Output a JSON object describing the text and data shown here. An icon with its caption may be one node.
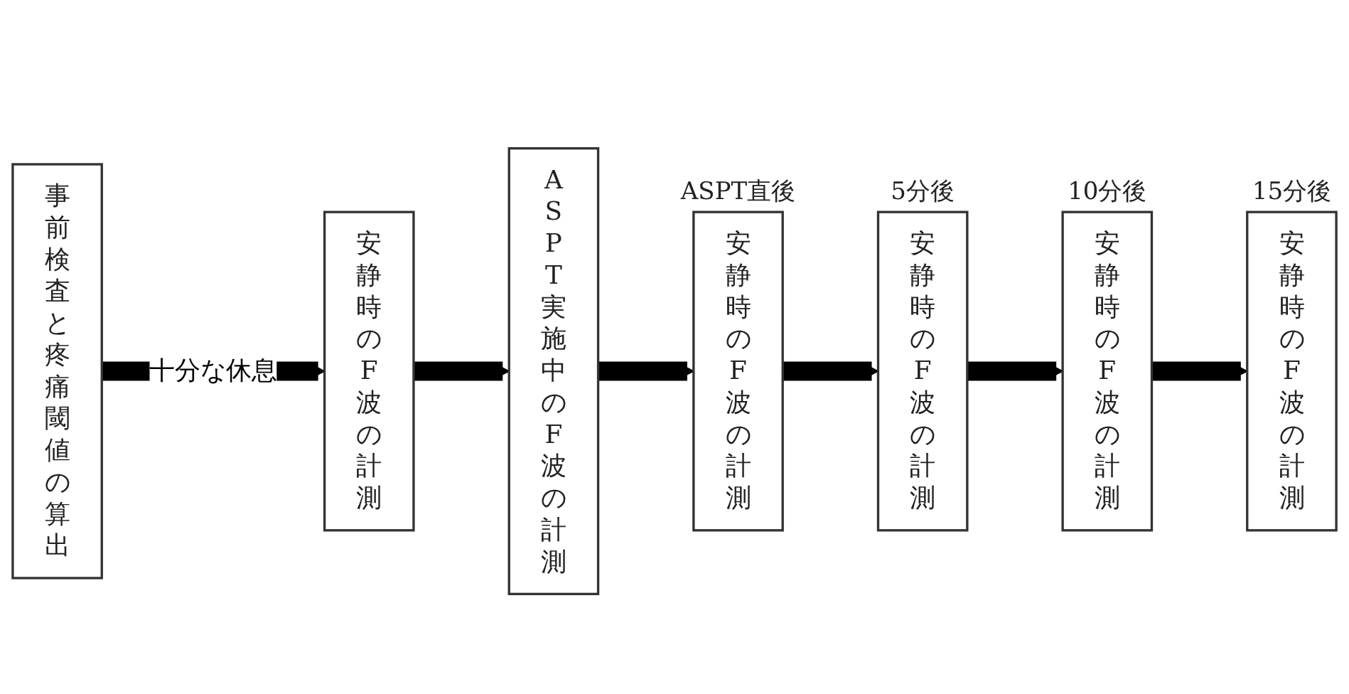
{
  "diagram": {
    "nodes": [
      {
        "text": [
          "事前検査と疼痛閾値の算出"
        ]
      },
      {
        "text": [
          "安静時のF波の計測"
        ]
      },
      {
        "text": [
          "ASPT実施中のF波の計測"
        ]
      },
      {
        "text": [
          "安静時のF波の計測"
        ],
        "beside": [
          "ASPT直後"
        ]
      },
      {
        "text": [
          "安静時のF波の計測"
        ],
        "beside": [
          "5分後"
        ]
      },
      {
        "text": [
          "安静時のF波の計測"
        ],
        "beside": [
          "10分後"
        ]
      },
      {
        "text": [
          "安静時のF波の計測"
        ],
        "beside": [
          "15分後"
        ]
      }
    ],
    "edges": [
      {
        "from": 0,
        "to": 1,
        "arrow": "to",
        "label": "十分な休息"
      },
      {
        "from": 1,
        "to": 2,
        "arrow": "to"
      },
      {
        "from": 2,
        "to": 3,
        "arrow": "to"
      },
      {
        "from": 3,
        "to": 4,
        "arrow": "to"
      },
      {
        "from": 4,
        "to": 5,
        "arrow": "to"
      },
      {
        "from": 5,
        "to": 6,
        "arrow": "to"
      }
    ]
  }
}
